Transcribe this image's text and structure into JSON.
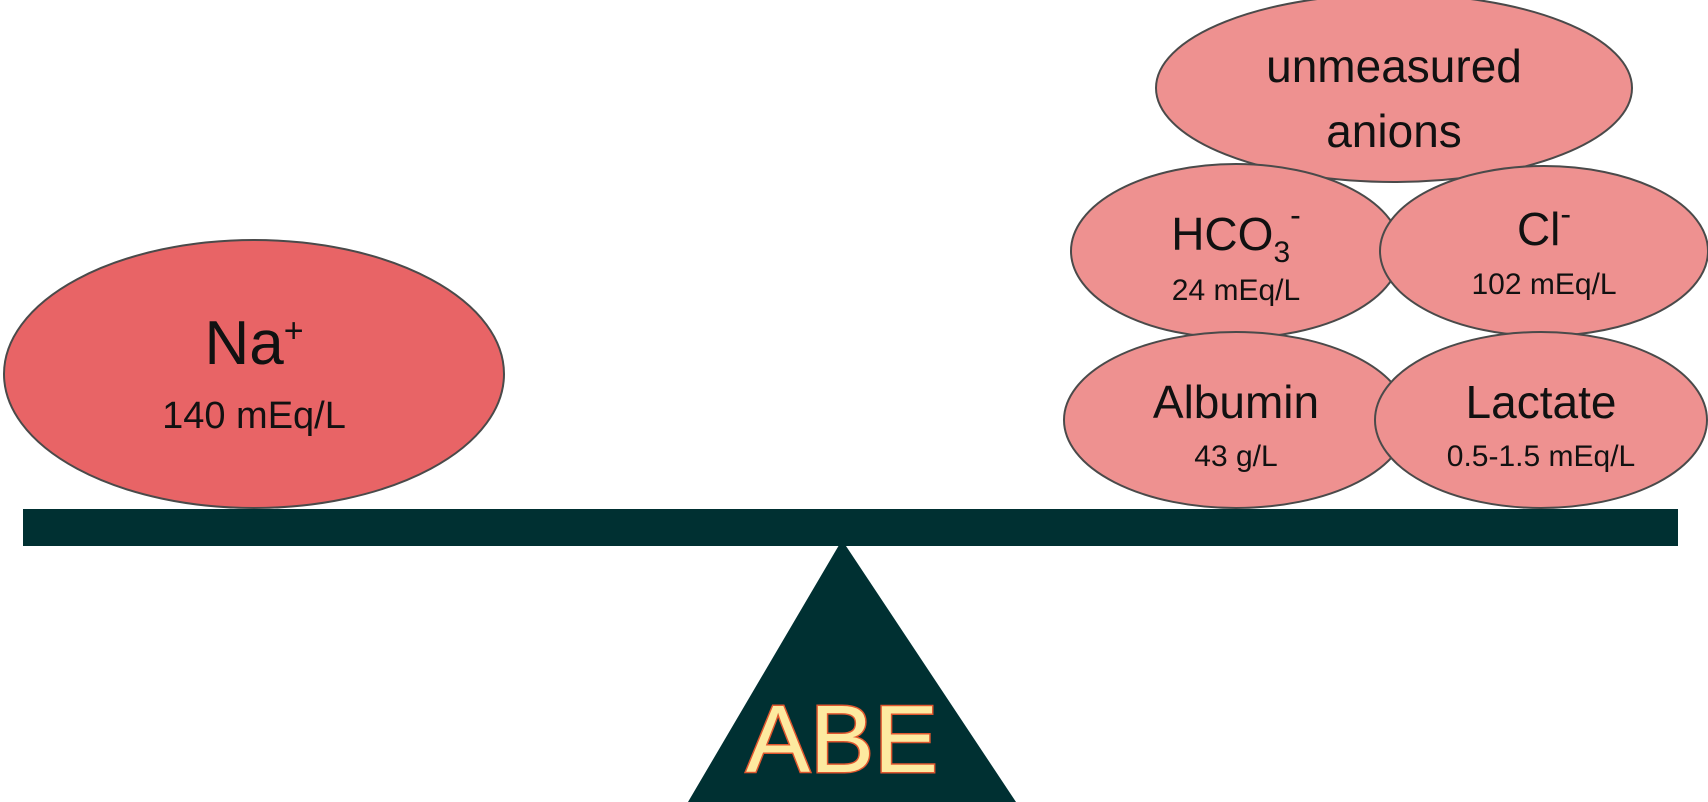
{
  "colors": {
    "beam": "#003032",
    "cation_fill": "#e86466",
    "anion_fill": "#ee9190",
    "outline": "#4a4a4a",
    "abe_fill": "#fdeaa0",
    "abe_stroke": "#e0562e",
    "text": "#111111"
  },
  "cation": {
    "symbol": "Na",
    "charge": "+",
    "value": "140 mEq/L"
  },
  "anions": {
    "unmeasured": {
      "line1": "unmeasured",
      "line2": "anions"
    },
    "bicarbonate": {
      "symbol": "HCO",
      "subscript": "3",
      "charge": "-",
      "value": "24 mEq/L"
    },
    "chloride": {
      "symbol": "Cl",
      "charge": "-",
      "value": "102 mEq/L"
    },
    "albumin": {
      "name": "Albumin",
      "value": "43 g/L"
    },
    "lactate": {
      "name": "Lactate",
      "value": "0.5-1.5 mEq/L"
    }
  },
  "fulcrum_label": "ABE"
}
